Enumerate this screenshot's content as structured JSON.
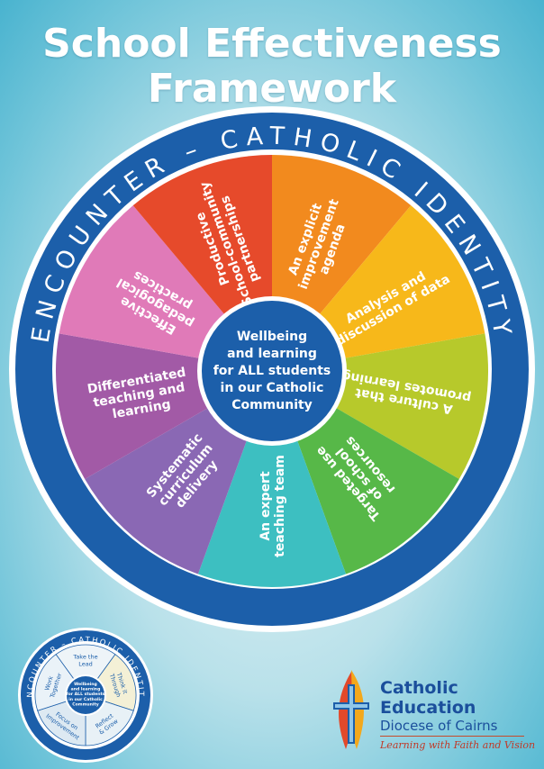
{
  "title": {
    "line1": "School Effectiveness",
    "line2": "Framework"
  },
  "ring_text": "ENCOUNTER – CATHOLIC IDENTITY",
  "center": [
    "Wellbeing",
    "and learning",
    "for ALL students",
    "in our Catholic",
    "Community"
  ],
  "segments": [
    {
      "lines": [
        "An explicit",
        "improvement",
        "agenda"
      ],
      "color": "#f28a1e"
    },
    {
      "lines": [
        "Analysis and",
        "discussion of data"
      ],
      "color": "#f7b81a"
    },
    {
      "lines": [
        "A culture that",
        "promotes learning"
      ],
      "color": "#b7c92b"
    },
    {
      "lines": [
        "Targeted use",
        "of school",
        "resources"
      ],
      "color": "#57b848"
    },
    {
      "lines": [
        "An expert",
        "teaching team"
      ],
      "color": "#3dbfc1"
    },
    {
      "lines": [
        "Systematic",
        "curriculum",
        "delivery"
      ],
      "color": "#8a68b4"
    },
    {
      "lines": [
        "Differentiated",
        "teaching and",
        "learning"
      ],
      "color": "#a25aa6"
    },
    {
      "lines": [
        "Effective",
        "pedagogical",
        "practices"
      ],
      "color": "#e07ab8"
    },
    {
      "lines": [
        "Productive",
        "School-community",
        "partnerships"
      ],
      "color": "#e64a2b"
    }
  ],
  "mini_wheel": {
    "ring_text": "ENCOUNTER – CATHOLIC IDENTITY",
    "center": [
      "Wellbeing",
      "and learning",
      "for ALL students",
      "in our Catholic",
      "Community"
    ],
    "segments": [
      {
        "lines": [
          "Take the",
          "Lead"
        ]
      },
      {
        "lines": [
          "Think it",
          "Through"
        ]
      },
      {
        "lines": [
          "Reflect",
          "& Grow"
        ]
      },
      {
        "lines": [
          "Focus on",
          "Improvement"
        ]
      },
      {
        "lines": [
          "Work",
          "Together"
        ]
      }
    ]
  },
  "logo": {
    "line1": "Catholic",
    "line2": "Education",
    "line3": "Diocese of Cairns",
    "tagline": "Learning with Faith and Vision"
  }
}
